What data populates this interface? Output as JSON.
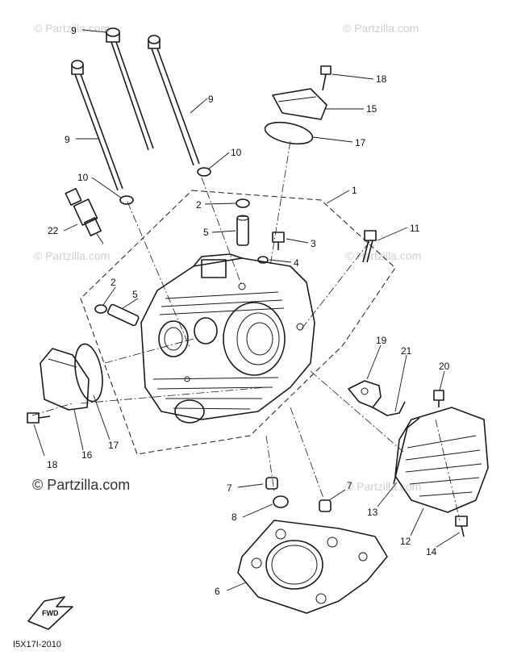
{
  "watermarks": {
    "small": "© Partzilla.com",
    "large": "© Partzilla.com"
  },
  "diagram_code": "I5X17I-2010",
  "fwd_label": "FWD",
  "callouts": [
    {
      "id": "c9a",
      "text": "9"
    },
    {
      "id": "c9b",
      "text": "9"
    },
    {
      "id": "c9c",
      "text": "9"
    },
    {
      "id": "c10a",
      "text": "10"
    },
    {
      "id": "c10b",
      "text": "10"
    },
    {
      "id": "c1",
      "text": "1"
    },
    {
      "id": "c2a",
      "text": "2"
    },
    {
      "id": "c2b",
      "text": "2"
    },
    {
      "id": "c5a",
      "text": "5"
    },
    {
      "id": "c5b",
      "text": "5"
    },
    {
      "id": "c3",
      "text": "3"
    },
    {
      "id": "c4",
      "text": "4"
    },
    {
      "id": "c22",
      "text": "22"
    },
    {
      "id": "c18a",
      "text": "18"
    },
    {
      "id": "c18b",
      "text": "18"
    },
    {
      "id": "c15",
      "text": "15"
    },
    {
      "id": "c17a",
      "text": "17"
    },
    {
      "id": "c17b",
      "text": "17"
    },
    {
      "id": "c11",
      "text": "11"
    },
    {
      "id": "c16",
      "text": "16"
    },
    {
      "id": "c19",
      "text": "19"
    },
    {
      "id": "c21",
      "text": "21"
    },
    {
      "id": "c20",
      "text": "20"
    },
    {
      "id": "c7a",
      "text": "7"
    },
    {
      "id": "c7b",
      "text": "7"
    },
    {
      "id": "c8",
      "text": "8"
    },
    {
      "id": "c13",
      "text": "13"
    },
    {
      "id": "c12",
      "text": "12"
    },
    {
      "id": "c14",
      "text": "14"
    },
    {
      "id": "c6",
      "text": "6"
    }
  ]
}
